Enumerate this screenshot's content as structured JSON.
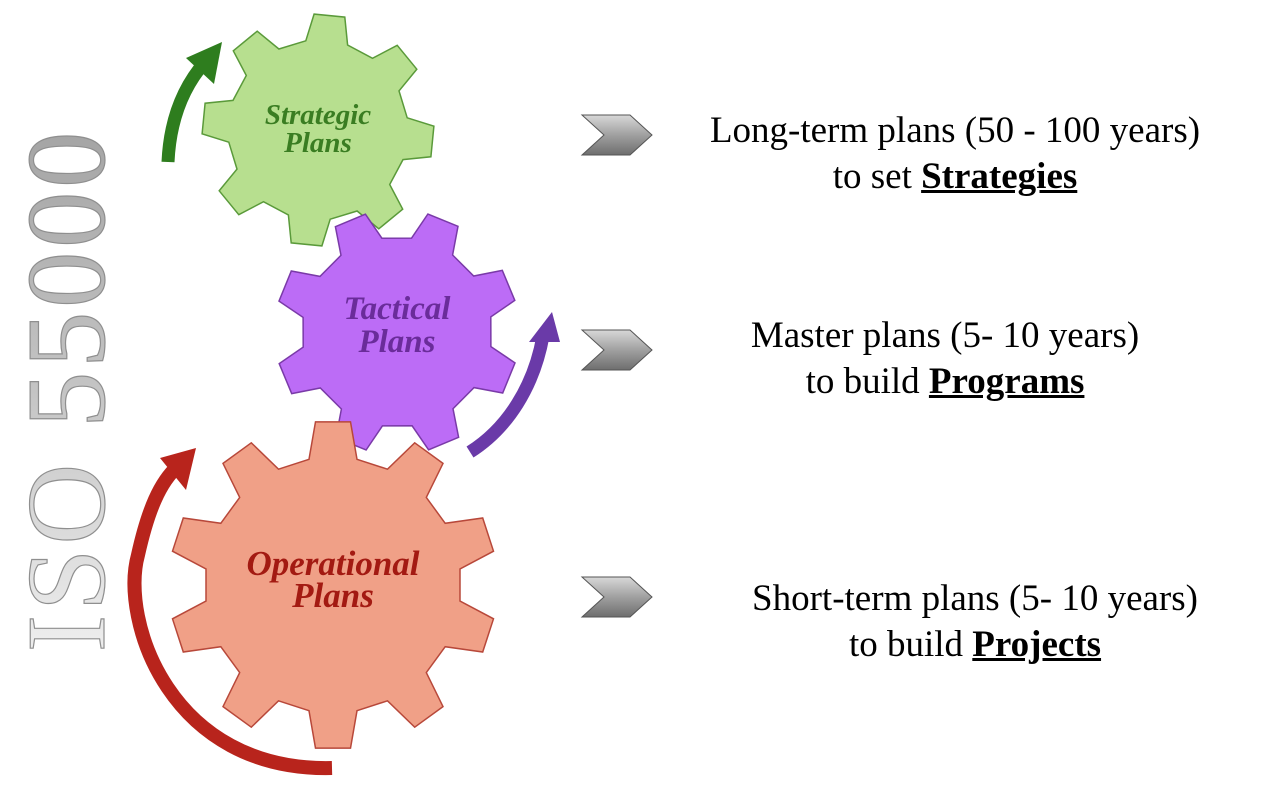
{
  "side_title": "ISO 55000",
  "gears": [
    {
      "line1": "Strategic",
      "line2": "Plans",
      "fill": "#b7df8f",
      "stroke": "#5a9a3a",
      "text_color": "#3a7d22"
    },
    {
      "line1": "Tactical",
      "line2": "Plans",
      "fill": "#bc6cf6",
      "stroke": "#7a3aa8",
      "text_color": "#6a2c9a"
    },
    {
      "line1": "Operational",
      "line2": "Plans",
      "fill": "#f0a087",
      "stroke": "#b8483a",
      "text_color": "#a31a12"
    }
  ],
  "arrow_colors": {
    "green": "#2e7d1e",
    "purple": "#6a3aa8",
    "red": "#b8241c",
    "chevron": "#8a8a8a"
  },
  "descriptions": [
    {
      "line1": "Long-term plans (50 - 100 years)",
      "line2_prefix": "to set ",
      "keyword": "Strategies"
    },
    {
      "line1": "Master plans (5- 10 years)",
      "line2_prefix": "to build ",
      "keyword": "Programs"
    },
    {
      "line1": "Short-term plans (5- 10 years)",
      "line2_prefix": "to build ",
      "keyword": "Projects"
    }
  ]
}
